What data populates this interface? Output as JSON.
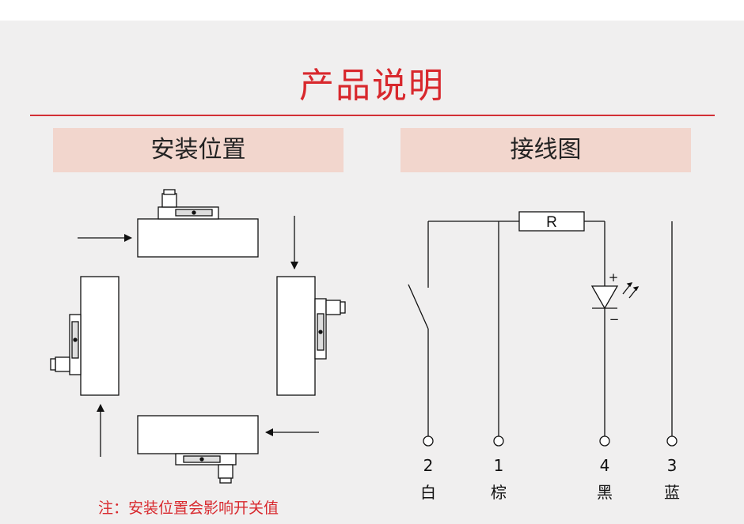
{
  "title": "产品说明",
  "sections": {
    "install": "安装位置",
    "wiring": "接线图"
  },
  "note": "注：安装位置会影响开关值",
  "wiring": {
    "resistor_label": "R",
    "led_plus": "+",
    "led_minus": "−",
    "pins": [
      {
        "number": "2",
        "color": "白"
      },
      {
        "number": "1",
        "color": "棕"
      },
      {
        "number": "4",
        "color": "黑"
      },
      {
        "number": "3",
        "color": "蓝"
      }
    ]
  }
}
